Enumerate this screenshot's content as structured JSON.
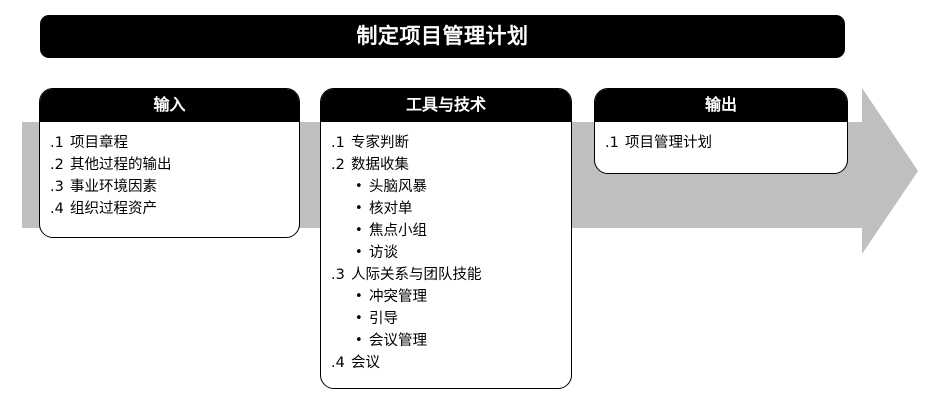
{
  "diagram": {
    "title": "制定项目管理计划",
    "arrow": {
      "name": "process-flow-arrow",
      "color": "#bfbfbf",
      "direction": "right"
    },
    "colors": {
      "header_bg": "#000000",
      "header_text": "#ffffff",
      "box_bg": "#ffffff",
      "box_border": "#000000",
      "arrow_gray": "#bfbfbf"
    },
    "columns": [
      {
        "key": "inputs",
        "header": "输入",
        "items": [
          {
            "num": ".1",
            "text": "项目章程",
            "sub": []
          },
          {
            "num": ".2",
            "text": "其他过程的输出",
            "sub": []
          },
          {
            "num": ".3",
            "text": "事业环境因素",
            "sub": []
          },
          {
            "num": ".4",
            "text": "组织过程资产",
            "sub": []
          }
        ]
      },
      {
        "key": "tools_and_techniques",
        "header": "工具与技术",
        "items": [
          {
            "num": ".1",
            "text": "专家判断",
            "sub": []
          },
          {
            "num": ".2",
            "text": "数据收集",
            "sub": [
              "头脑风暴",
              "核对单",
              "焦点小组",
              "访谈"
            ]
          },
          {
            "num": ".3",
            "text": "人际关系与团队技能",
            "sub": [
              "冲突管理",
              "引导",
              "会议管理"
            ]
          },
          {
            "num": ".4",
            "text": "会议",
            "sub": []
          }
        ]
      },
      {
        "key": "outputs",
        "header": "输出",
        "items": [
          {
            "num": ".1",
            "text": "项目管理计划",
            "sub": []
          }
        ]
      }
    ],
    "bullet_glyph": "•"
  }
}
